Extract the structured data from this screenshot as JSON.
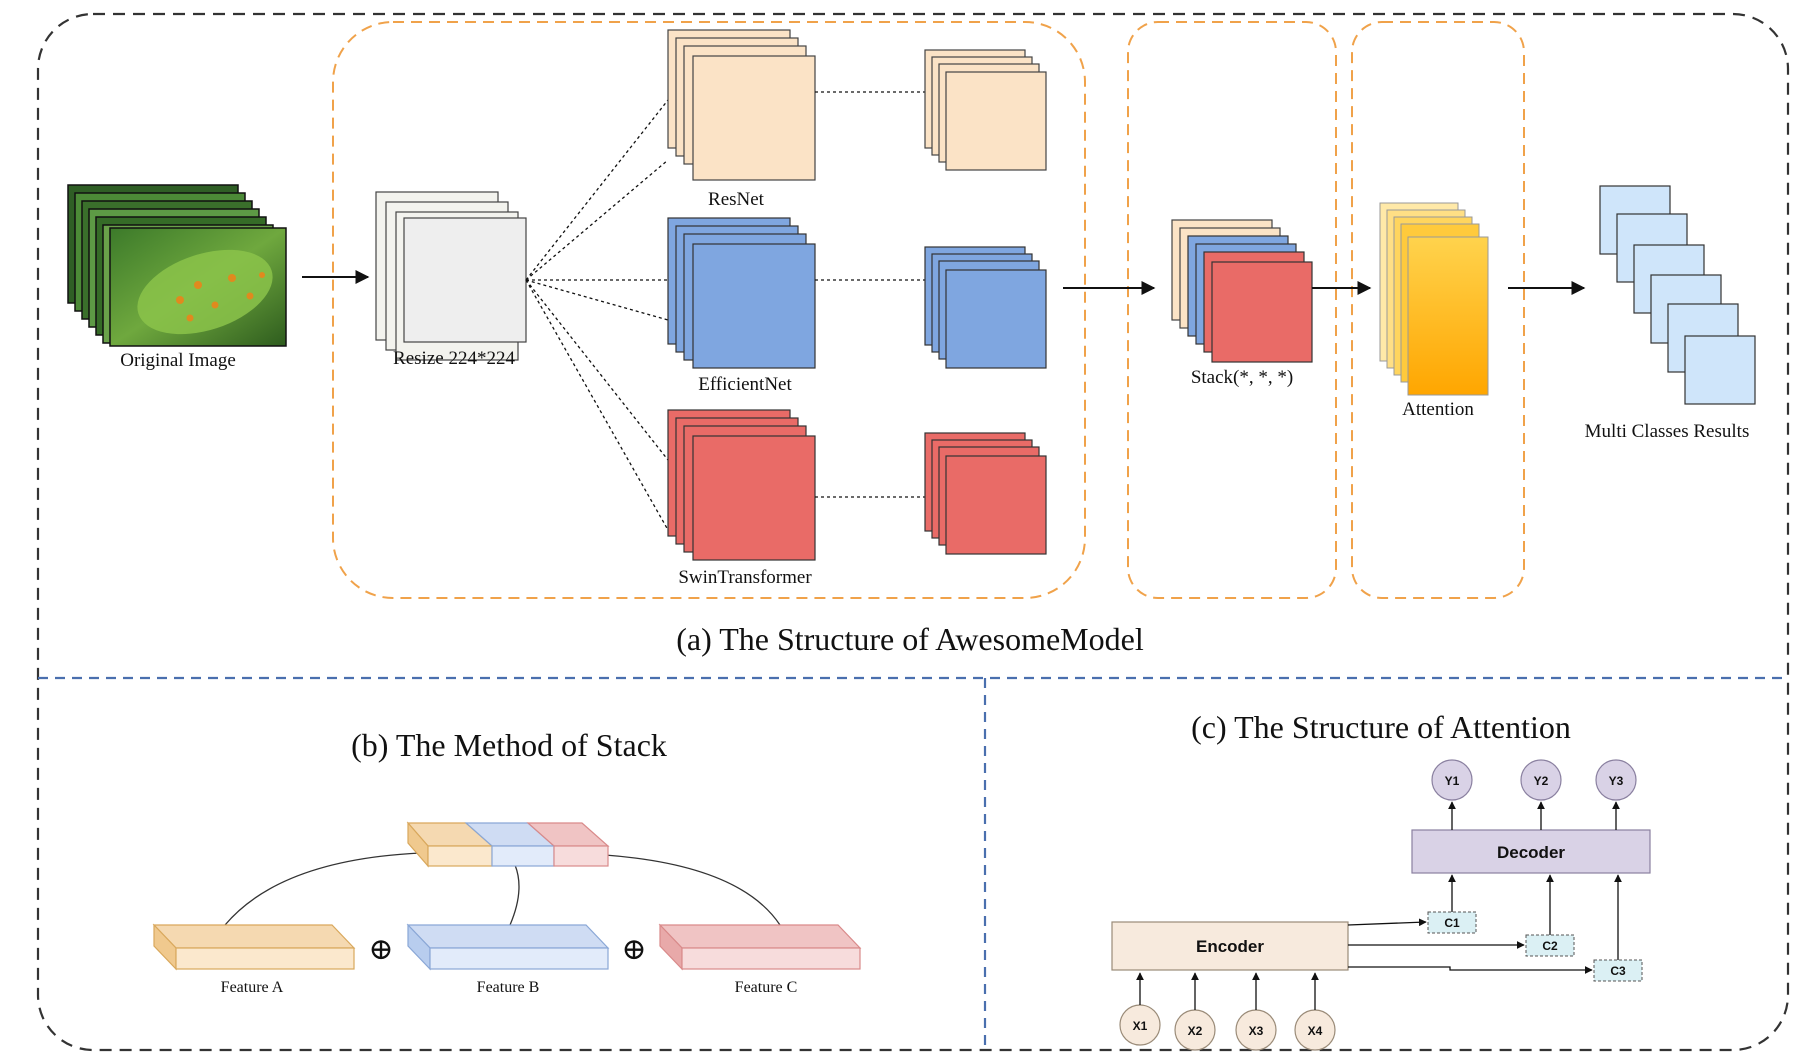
{
  "colors": {
    "orange_dash": "#f0a24a",
    "blue_dash": "#4a6fae",
    "peach": "#fbe3c6",
    "blue": "#7fa6e0",
    "red": "#e96b67",
    "gray_sheet": "#eeeeee",
    "light_blue": "#cfe5fa",
    "gold_top": "#ffd34d",
    "gold_bottom": "#ffa600",
    "lavender": "#d9d2e6",
    "cream": "#f7eadd",
    "teal_box": "#dbf0f4"
  },
  "panel_a": {
    "caption": "(a) The Structure of AwesomeModel",
    "labels": {
      "original": "Original Image",
      "resize": "Resize 224*224",
      "resnet": "ResNet",
      "efficientnet": "EfficientNet",
      "swin": "SwinTransformer",
      "stack": "Stack(*, *, *)",
      "attention": "Attention",
      "results": "Multi Classes Results"
    }
  },
  "panel_b": {
    "caption": "(b) The Method of Stack",
    "features": [
      "Feature A",
      "Feature B",
      "Feature C"
    ],
    "plus_symbol": "⊕"
  },
  "panel_c": {
    "caption": "(c) The Structure of Attention",
    "encoder": "Encoder",
    "decoder": "Decoder",
    "inputs": [
      "X1",
      "X2",
      "X3",
      "X4"
    ],
    "outputs": [
      "Y1",
      "Y2",
      "Y3"
    ],
    "contexts": [
      "C1",
      "C2",
      "C3"
    ]
  }
}
